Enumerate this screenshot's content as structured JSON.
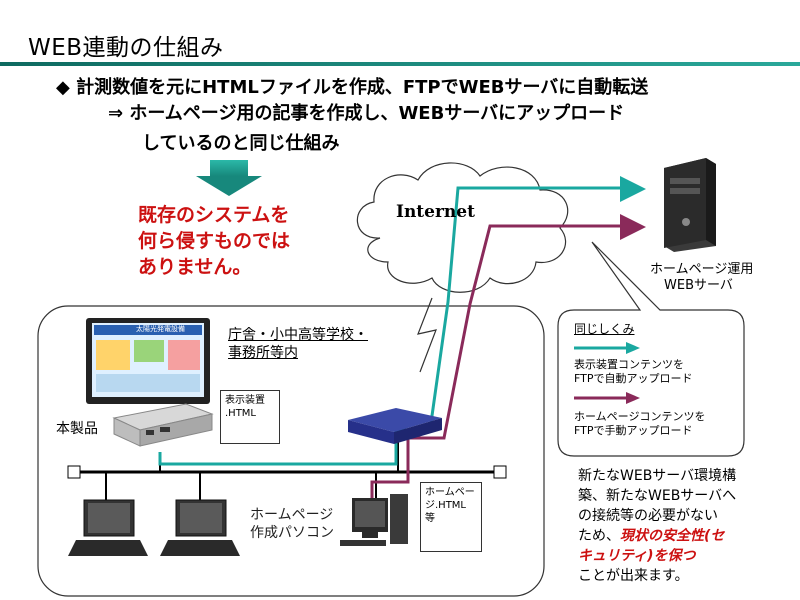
{
  "header": {
    "title": "WEB連動の仕組み"
  },
  "bullets": {
    "line1": "◆ 計測数値を元にHTMLファイルを作成、FTPでWEBサーバに自動転送",
    "line2": "⇒ ホームページ用の記事を作成し、WEBサーバにアップロード",
    "line3": "しているのと同じ仕組み"
  },
  "red_message": {
    "line1": "既存のシステムを",
    "line2": "何ら侵すものでは",
    "line3": "ありません。"
  },
  "internet_label": "Internet",
  "server": {
    "label_line1": "ホームページ運用",
    "label_line2": "WEBサーバ"
  },
  "site": {
    "label_line1": "庁舎・小中高等学校・",
    "label_line2": "事務所等内"
  },
  "product": {
    "label": "本製品",
    "box_line1": "表示装置",
    "box_line2": ".HTML"
  },
  "pc": {
    "label_line1": "ホームページ",
    "label_line2": "作成パソコン",
    "box_line1": "ホームペー",
    "box_line2": "ジ.HTML",
    "box_line3": "等"
  },
  "legend": {
    "title": "同じしくみ",
    "item1_line1": "表示装置コンテンツを",
    "item1_line2": "FTPで自動アップロード",
    "item2_line1": "ホームページコンテンツを",
    "item2_line2": "FTPで手動アップロード"
  },
  "note": {
    "line1": "新たなWEBサーバ環境構",
    "line2": "築、新たなWEBサーバへ",
    "line3": "の接続等の必要がない",
    "line4_a": "ため、",
    "line4_b": "現状の安全性(セ",
    "line5_a": "キュリティ)を保つ",
    "line6": "ことが出来ます。"
  },
  "colors": {
    "teal": "#1aa8a0",
    "maroon": "#8a2a5a",
    "red": "#cc1111",
    "rule": "#1a7a6e"
  },
  "display_panel": {
    "title": "太陽光発電設備"
  }
}
